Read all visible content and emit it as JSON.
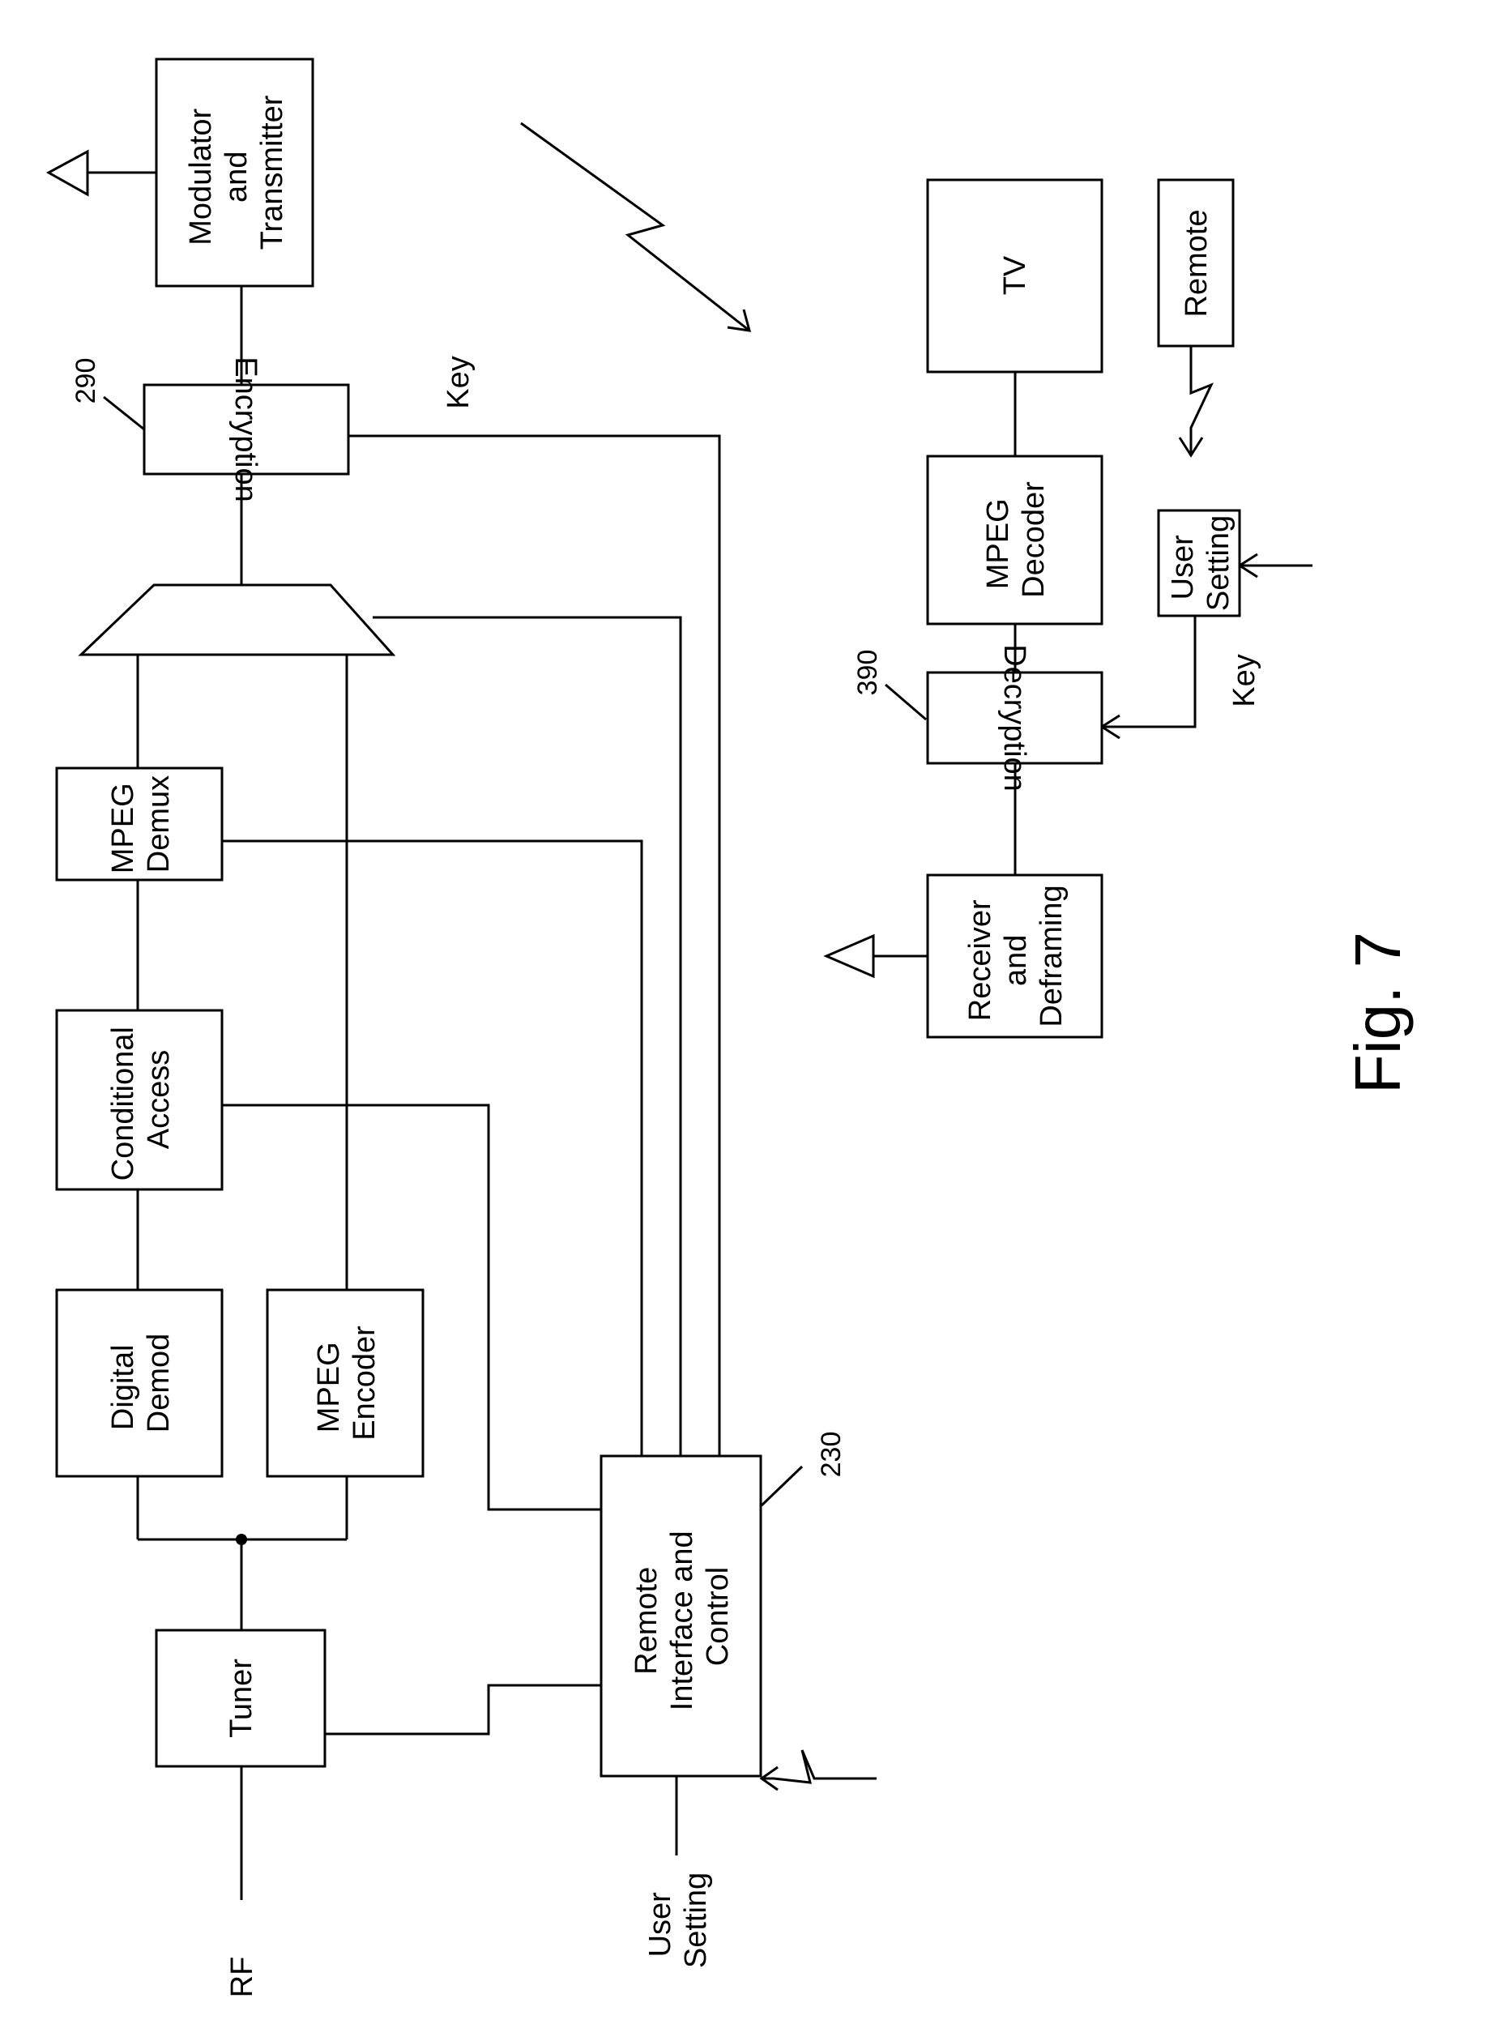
{
  "figure": {
    "caption": "Fig. 7",
    "blocks": {
      "tuner": [
        "Tuner"
      ],
      "digital_demod": [
        "Digital",
        "Demod"
      ],
      "mpeg_encoder": [
        "MPEG",
        "Encoder"
      ],
      "conditional_access": [
        "Conditional",
        "Access"
      ],
      "mpeg_demux": [
        "MPEG",
        "Demux"
      ],
      "encryption": [
        "Encryption"
      ],
      "modulator": [
        "Modulator",
        "and",
        "Transmitter"
      ],
      "remote_control": [
        "Remote",
        "Interface and",
        "Control"
      ],
      "receiver": [
        "Receiver",
        "and",
        "Deframing"
      ],
      "decryption": [
        "Decryption"
      ],
      "mpeg_decoder": [
        "MPEG",
        "Decoder"
      ],
      "tv": [
        "TV"
      ],
      "remote": [
        "Remote"
      ],
      "user_setting_small": [
        "User",
        "Setting"
      ]
    },
    "labels": {
      "rf": "RF",
      "user_setting": [
        "User",
        "Setting"
      ],
      "key_top": "Key",
      "key_bottom": "Key"
    },
    "refs": {
      "r290": "290",
      "r230": "230",
      "r390": "390"
    }
  }
}
